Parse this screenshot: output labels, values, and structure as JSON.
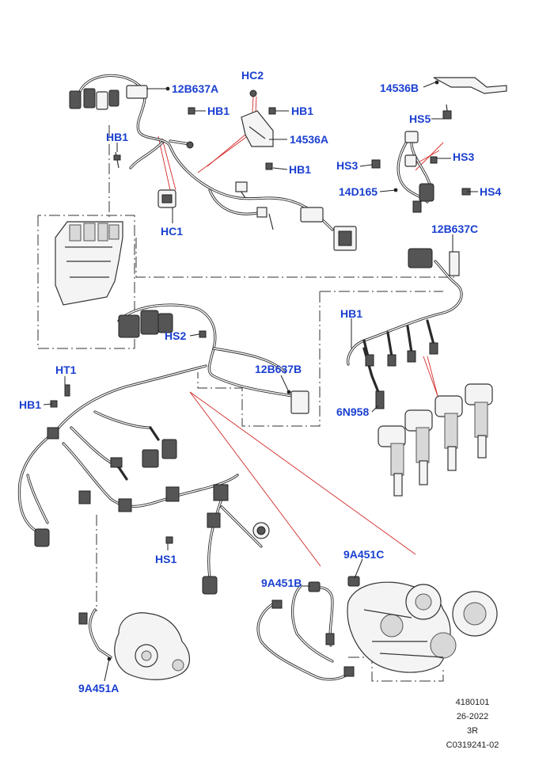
{
  "callouts": {
    "c_12b637a": "12B637A",
    "c_hc2": "HC2",
    "c_14536b": "14536B",
    "c_hb1_a": "HB1",
    "c_hb1_b": "HB1",
    "c_hb1_c": "HB1",
    "c_hb1_d": "HB1",
    "c_hb1_e": "HB1",
    "c_14536a": "14536A",
    "c_hs5": "HS5",
    "c_hs3_a": "HS3",
    "c_hs3_b": "HS3",
    "c_14d165": "14D165",
    "c_hs4": "HS4",
    "c_hc1": "HC1",
    "c_12b637c": "12B637C",
    "c_hs2": "HS2",
    "c_ht1": "HT1",
    "c_12b637b": "12B637B",
    "c_6n958": "6N958",
    "c_hs1": "HS1",
    "c_9a451c": "9A451C",
    "c_9a451b": "9A451B",
    "c_9a451a": "9A451A"
  },
  "reference": {
    "line1": "4180101",
    "line2": "26-2022",
    "line3": "3R",
    "line4": "C0319241-02"
  },
  "colors": {
    "callout_text": "#1a3fd0",
    "wire": "#2a2a2a",
    "leader_red": "#d42a2a"
  }
}
